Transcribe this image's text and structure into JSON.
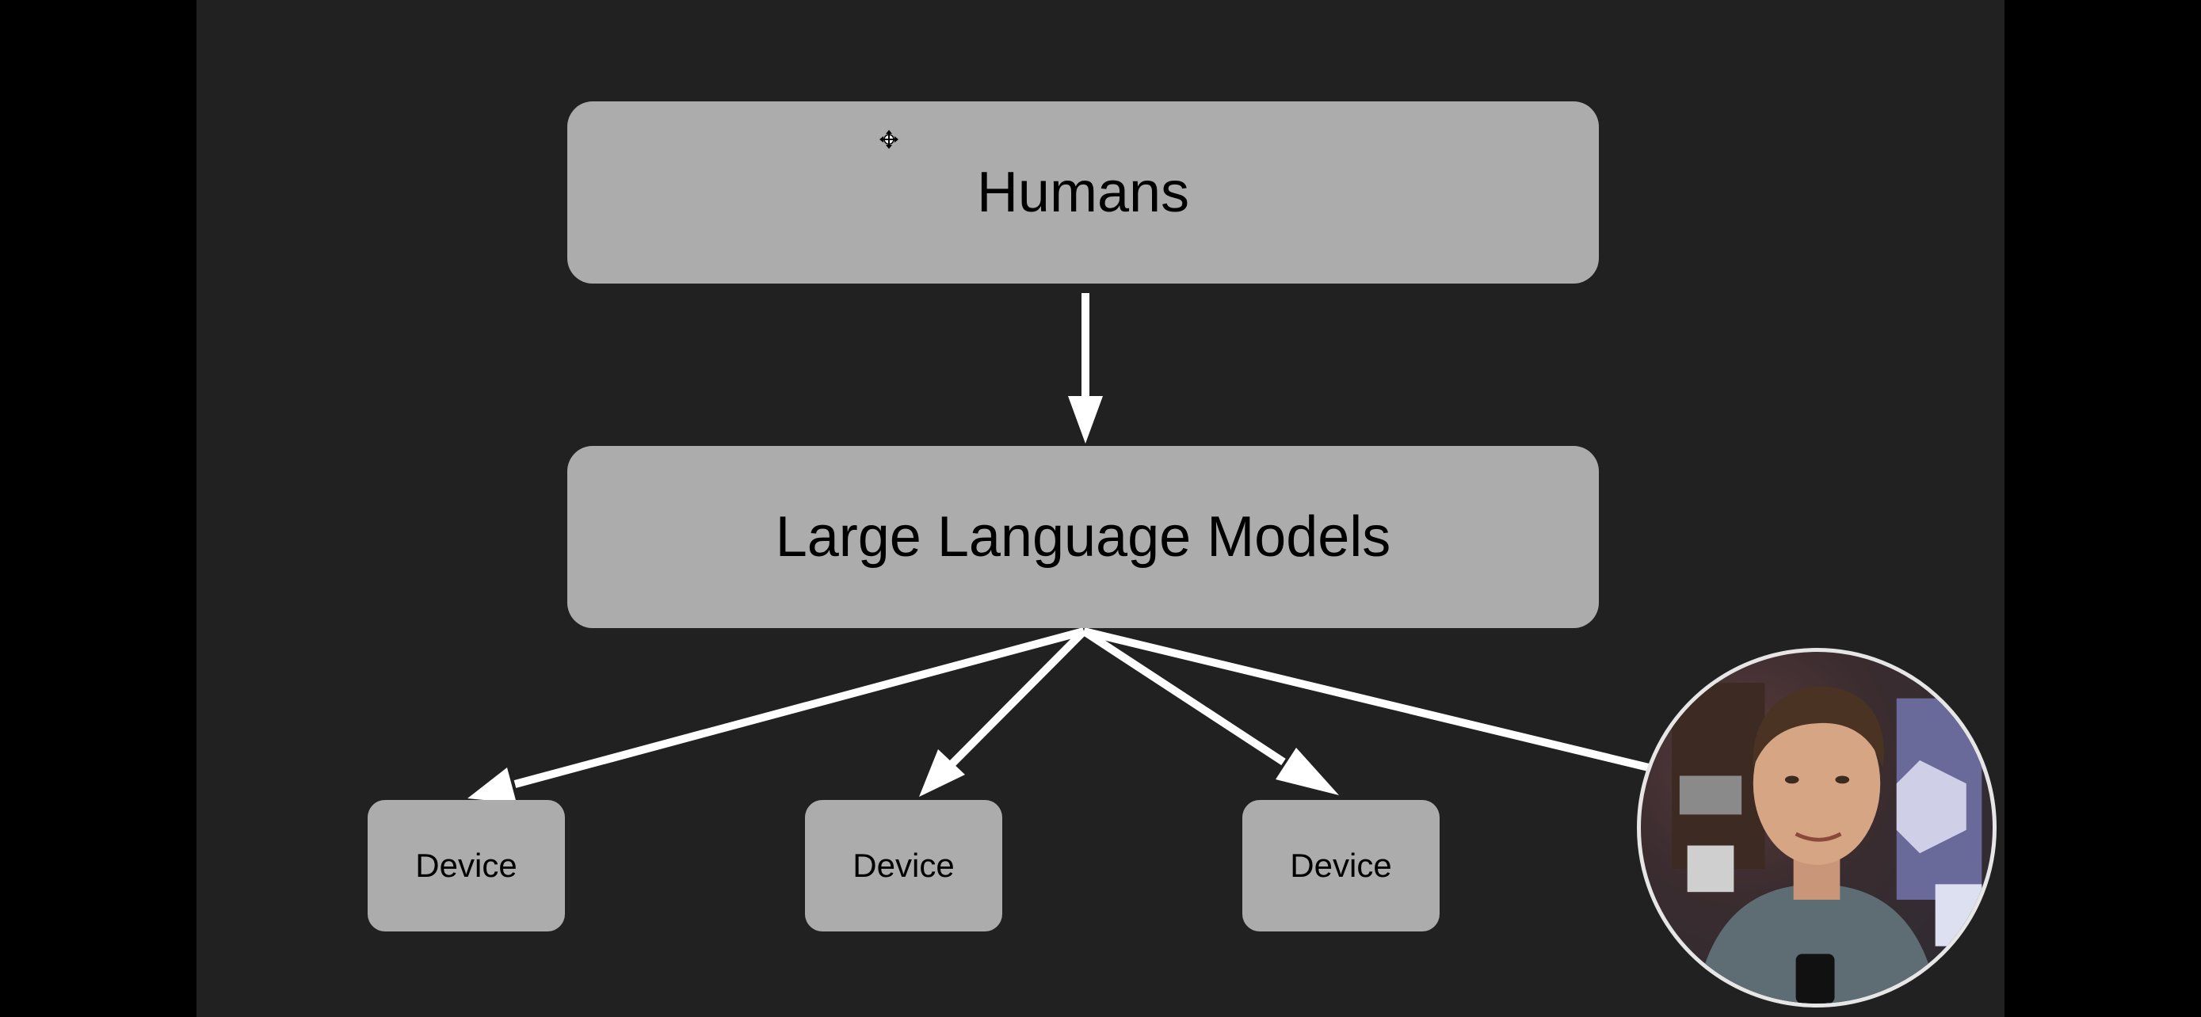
{
  "diagram": {
    "top_node": "Humans",
    "middle_node": "Large Language Models",
    "devices": [
      "Device",
      "Device",
      "Device"
    ]
  },
  "colors": {
    "background": "#212121",
    "node_fill": "#acacac",
    "arrow": "#ffffff"
  },
  "icons": {
    "cursor": "move-cursor-icon",
    "presenter": "presenter-video-avatar"
  }
}
